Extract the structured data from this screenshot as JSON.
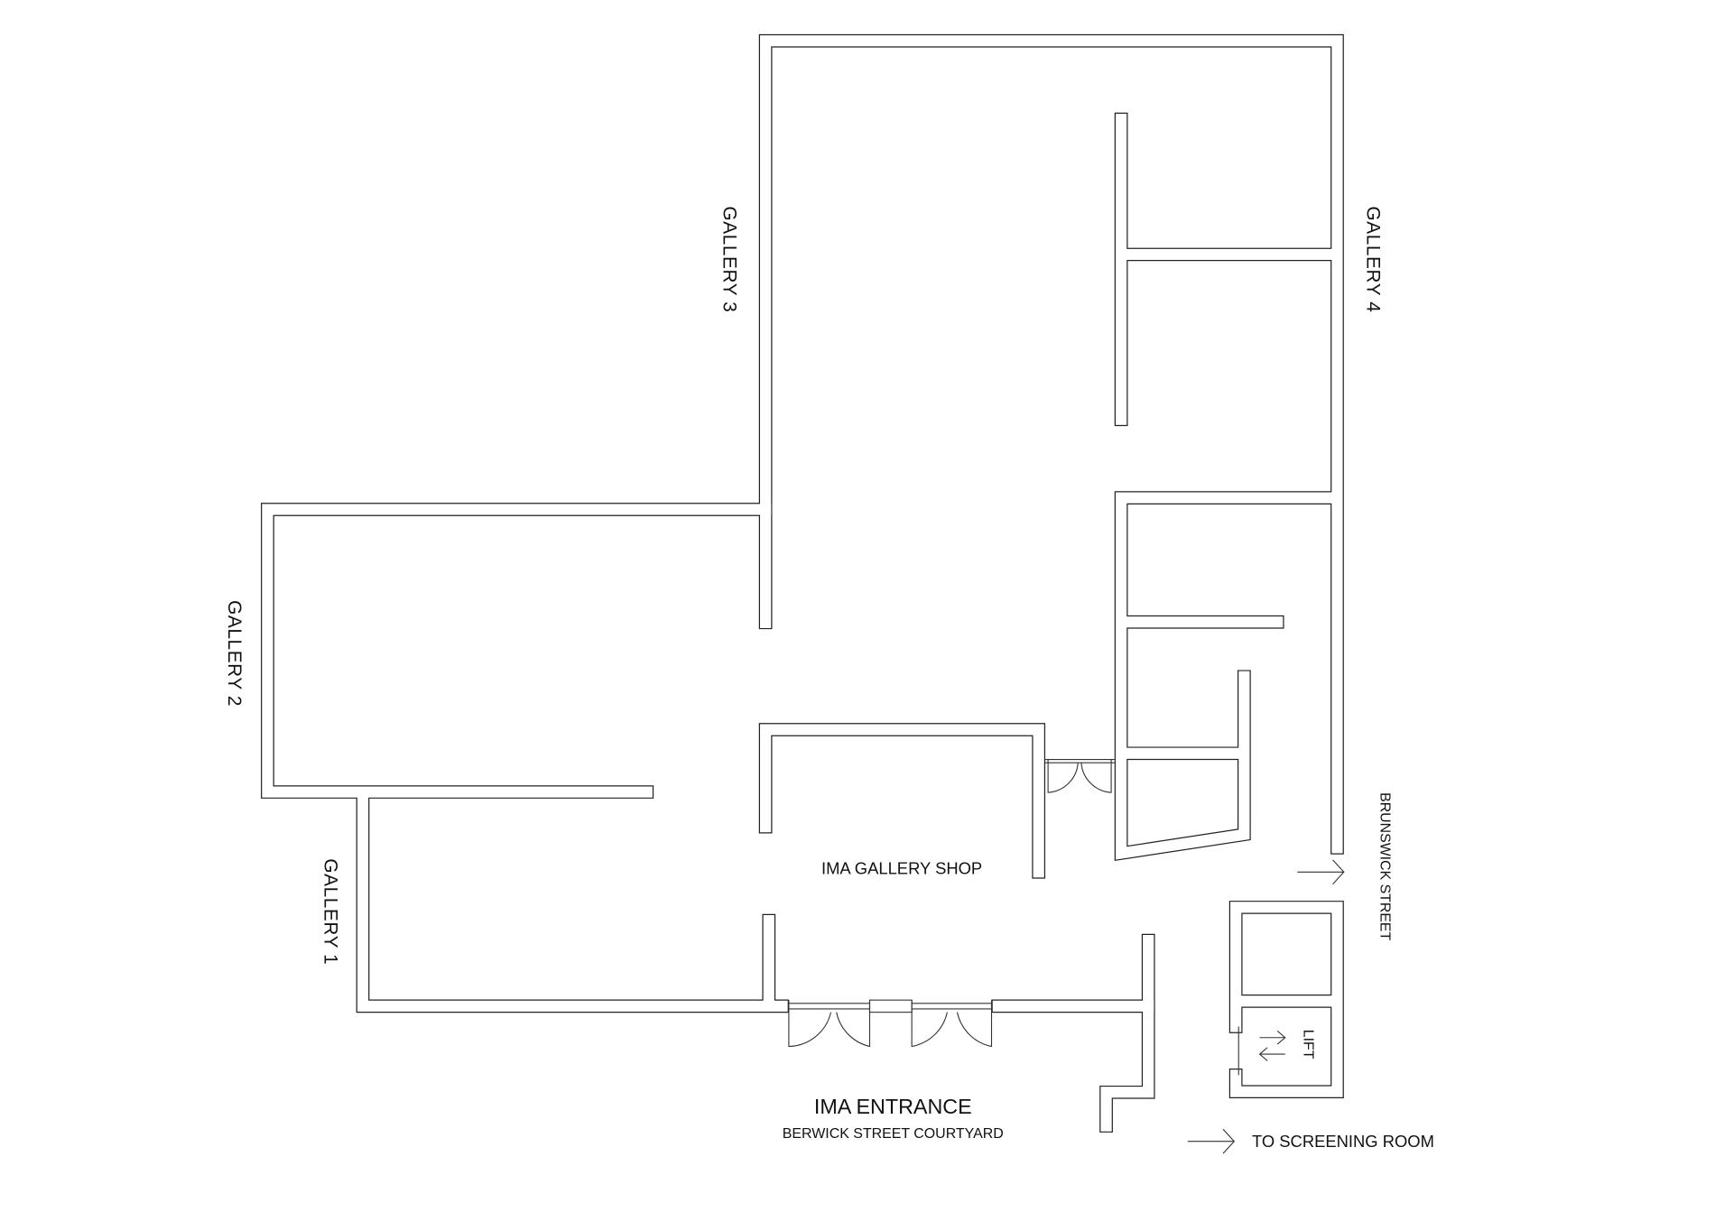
{
  "rooms": {
    "gallery_1": "GALLERY 1",
    "gallery_2": "GALLERY 2",
    "gallery_3": "GALLERY 3",
    "gallery_4": "GALLERY 4",
    "shop": "IMA GALLERY SHOP",
    "lift": "LIFT"
  },
  "entrance": {
    "title": "IMA ENTRANCE",
    "subtitle": "BERWICK STREET COURTYARD"
  },
  "streets": {
    "brunswick": "BRUNSWICK STREET"
  },
  "directions": {
    "screening_room": "TO SCREENING ROOM"
  },
  "colors": {
    "line": "#222222",
    "background": "#ffffff"
  }
}
